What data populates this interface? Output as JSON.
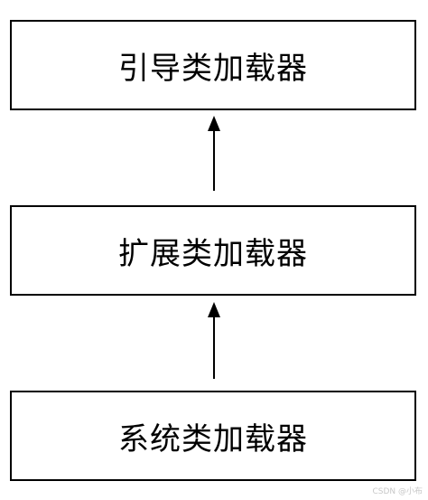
{
  "diagram": {
    "nodes": [
      {
        "id": "bootstrap",
        "label": "引导类加载器"
      },
      {
        "id": "extension",
        "label": "扩展类加载器"
      },
      {
        "id": "system",
        "label": "系统类加载器"
      }
    ],
    "edges": [
      {
        "from": "extension",
        "to": "bootstrap"
      },
      {
        "from": "system",
        "to": "extension"
      }
    ]
  },
  "colors": {
    "stroke": "#000000",
    "background": "#ffffff",
    "watermark": "#c8c8c8"
  },
  "watermark": "CSDN @小布"
}
